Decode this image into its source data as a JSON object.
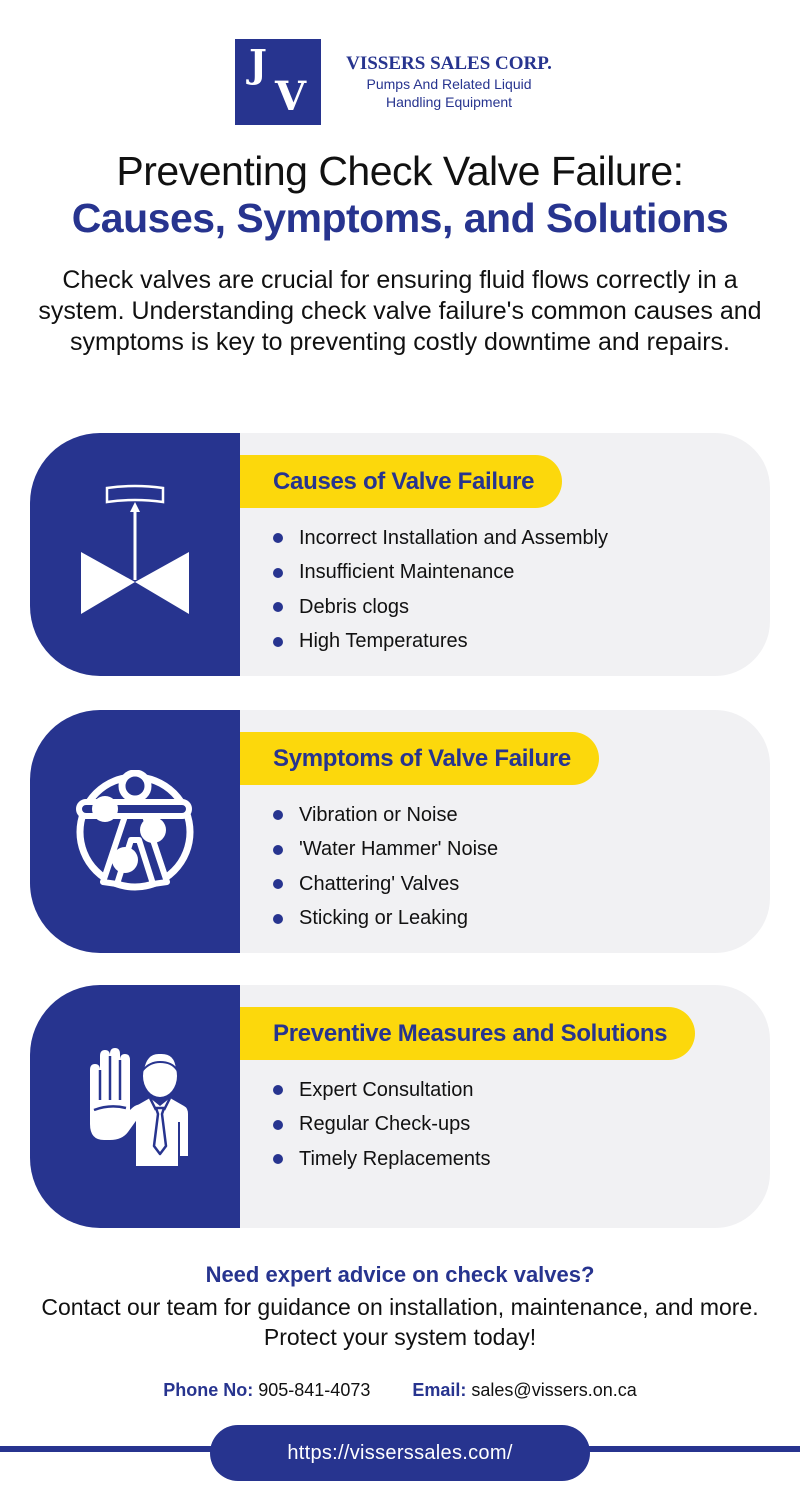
{
  "logo": {
    "monogram_top": "J",
    "monogram_bottom": "V",
    "company_name": "VISSERS SALES CORP.",
    "tagline_line1": "Pumps And Related Liquid",
    "tagline_line2": "Handling Equipment"
  },
  "header": {
    "title_line1": "Preventing Check Valve Failure:",
    "title_line2": "Causes, Symptoms, and Solutions",
    "intro": "Check valves are crucial for ensuring fluid flows correctly in a system. Understanding check valve failure's common causes and symptoms is key to preventing costly downtime and repairs."
  },
  "sections": [
    {
      "icon": "valve-icon",
      "title": "Causes of Valve Failure",
      "items": [
        "Incorrect Installation and Assembly",
        "Insufficient Maintenance",
        "Debris clogs",
        "High Temperatures"
      ]
    },
    {
      "icon": "body-joints-icon",
      "title": "Symptoms of Valve Failure",
      "items": [
        "Vibration or Noise",
        "'Water Hammer' Noise",
        "Chattering' Valves",
        "Sticking or Leaking"
      ]
    },
    {
      "icon": "stop-hand-person-icon",
      "title": "Preventive Measures and Solutions",
      "items": [
        "Expert Consultation",
        "Regular Check-ups",
        "Timely Replacements"
      ]
    }
  ],
  "cta": {
    "title": "Need expert advice on check valves?",
    "body": "Contact our team for guidance on installation, maintenance, and more. Protect your system today!"
  },
  "contact": {
    "phone_label": "Phone No:",
    "phone_value": "905-841-4073",
    "email_label": "Email:",
    "email_value": "sales@vissers.on.ca"
  },
  "footer": {
    "url": "https://visserssales.com/"
  },
  "colors": {
    "brand_blue": "#27348f",
    "accent_yellow": "#fcd80c",
    "card_bg": "#f1f1f3"
  }
}
